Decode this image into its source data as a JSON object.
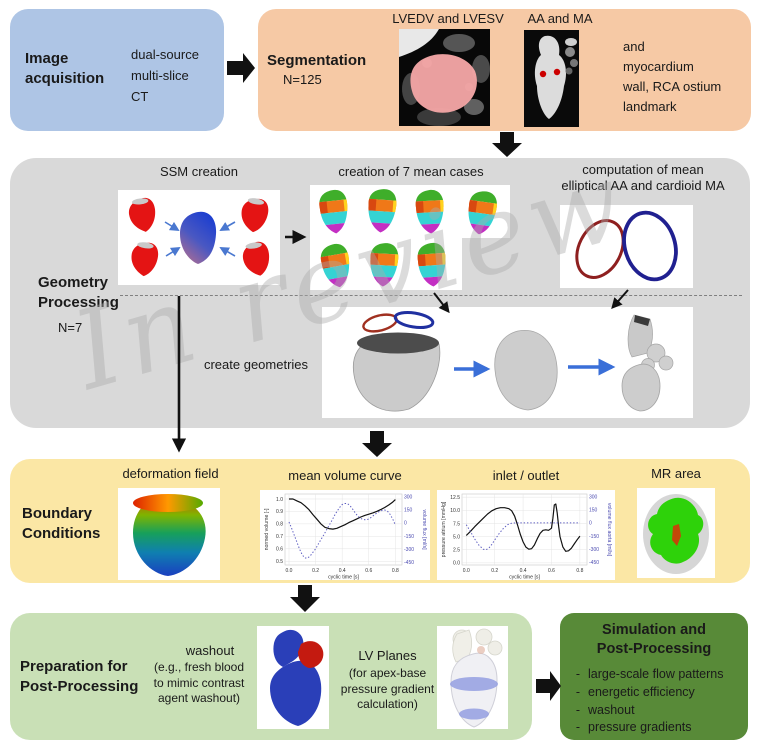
{
  "watermark": {
    "text": "In review"
  },
  "colors": {
    "acquisition_box": "#aec5e5",
    "segmentation_box": "#f6c9a5",
    "geometry_box": "#d9d9d9",
    "boundary_box": "#fbe7a5",
    "preparation_box": "#c9e0b6",
    "simulation_box": "#588a38",
    "arrow": "#111111"
  },
  "image_acquisition": {
    "title": "Image\nacquisition",
    "note": "dual-source\nmulti-slice\nCT"
  },
  "segmentation": {
    "title": "Segmentation",
    "n": "N=125",
    "img1_label": "LVEDV and LVESV",
    "img2_label": "AA and MA",
    "note": "and\nmyocardium\nwall, RCA ostium\nlandmark"
  },
  "geometry": {
    "title": "Geometry\nProcessing",
    "n": "N=7",
    "ssm_label": "SSM creation",
    "mean_cases_label": "creation of 7 mean cases",
    "computation_label": "computation of mean\nelliptical AA and cardioid MA",
    "create_label": "create geometries"
  },
  "boundary": {
    "title": "Boundary\nConditions",
    "deformation_label": "deformation field",
    "volume_label": "mean volume curve",
    "inlet_label": "inlet / outlet",
    "mr_label": "MR area"
  },
  "preparation": {
    "title": "Preparation for\nPost-Processing",
    "washout_label": "washout",
    "washout_note": "(e.g., fresh blood\nto mimic contrast\nagent washout)",
    "lv_label": "LV Planes",
    "lv_note": "(for apex-base\npressure gradient\ncalculation)"
  },
  "simulation": {
    "title": "Simulation and\nPost-Processing",
    "bullet_char": "-",
    "bullets": [
      "large-scale flow patterns",
      "energetic efficiency",
      "washout",
      "pressure gradients"
    ]
  },
  "chart_data": [
    {
      "type": "line",
      "title": "mean volume curve",
      "xlabel": "cyclic time [s]",
      "xlim": [
        -0.03,
        0.85
      ],
      "x_tick_vals": [
        0.0,
        0.2,
        0.4,
        0.6,
        0.8
      ],
      "x_tick_labels": [
        "0.0",
        "0.2",
        "0.4",
        "0.6",
        "0.8"
      ],
      "grid": true,
      "left_axis": {
        "label": "normed volume [-]",
        "lim": [
          0.47,
          1.04
        ],
        "tick_vals": [
          0.5,
          0.6,
          0.7,
          0.8,
          0.9,
          1.0
        ],
        "tick_labels": [
          "0.5",
          "0.6",
          "0.7",
          "0.8",
          "0.9",
          "1.0"
        ],
        "color": "#333333"
      },
      "right_axis": {
        "label": "volume flux [ml/s]",
        "lim": [
          -480,
          330
        ],
        "tick_vals": [
          300,
          150,
          0,
          -150,
          -300,
          -450
        ],
        "tick_labels": [
          "300",
          "150",
          "0",
          "-150",
          "-300",
          "-450"
        ],
        "color": "#4a4ab0"
      },
      "series": [
        {
          "name": "normed volume",
          "axis": "left",
          "style": "solid",
          "color": "#111111",
          "width": 1.2,
          "points": [
            [
              0,
              1.0
            ],
            [
              0.03,
              1.0
            ],
            [
              0.06,
              0.985
            ],
            [
              0.09,
              0.97
            ],
            [
              0.12,
              0.945
            ],
            [
              0.15,
              0.915
            ],
            [
              0.18,
              0.875
            ],
            [
              0.21,
              0.838
            ],
            [
              0.24,
              0.8
            ],
            [
              0.27,
              0.773
            ],
            [
              0.3,
              0.762
            ],
            [
              0.33,
              0.758
            ],
            [
              0.36,
              0.765
            ],
            [
              0.39,
              0.778
            ],
            [
              0.42,
              0.793
            ],
            [
              0.45,
              0.81
            ],
            [
              0.48,
              0.825
            ],
            [
              0.51,
              0.84
            ],
            [
              0.54,
              0.855
            ],
            [
              0.57,
              0.868
            ],
            [
              0.6,
              0.878
            ],
            [
              0.63,
              0.888
            ],
            [
              0.66,
              0.9
            ],
            [
              0.69,
              0.915
            ],
            [
              0.72,
              0.932
            ],
            [
              0.75,
              0.952
            ],
            [
              0.78,
              0.975
            ],
            [
              0.8,
              0.995
            ]
          ]
        },
        {
          "name": "volume flux",
          "axis": "right",
          "style": "dotted",
          "color": "#5c5cc0",
          "width": 1.0,
          "points": [
            [
              0,
              10
            ],
            [
              0.02,
              -60
            ],
            [
              0.05,
              -180
            ],
            [
              0.08,
              -300
            ],
            [
              0.1,
              -365
            ],
            [
              0.12,
              -400
            ],
            [
              0.14,
              -400
            ],
            [
              0.16,
              -375
            ],
            [
              0.18,
              -335
            ],
            [
              0.2,
              -295
            ],
            [
              0.23,
              -215
            ],
            [
              0.26,
              -140
            ],
            [
              0.29,
              -60
            ],
            [
              0.32,
              20
            ],
            [
              0.35,
              105
            ],
            [
              0.38,
              175
            ],
            [
              0.4,
              210
            ],
            [
              0.42,
              222
            ],
            [
              0.44,
              220
            ],
            [
              0.46,
              195
            ],
            [
              0.48,
              155
            ],
            [
              0.5,
              110
            ],
            [
              0.52,
              75
            ],
            [
              0.54,
              50
            ],
            [
              0.56,
              38
            ],
            [
              0.58,
              36
            ],
            [
              0.6,
              45
            ],
            [
              0.62,
              65
            ],
            [
              0.64,
              90
            ],
            [
              0.66,
              112
            ],
            [
              0.68,
              130
            ],
            [
              0.7,
              143
            ],
            [
              0.72,
              148
            ],
            [
              0.74,
              135
            ],
            [
              0.76,
              100
            ],
            [
              0.78,
              45
            ],
            [
              0.8,
              -25
            ]
          ]
        }
      ]
    },
    {
      "type": "line",
      "title": "inlet / outlet",
      "xlabel": "cyclic time [s]",
      "xlim": [
        -0.03,
        0.85
      ],
      "x_tick_vals": [
        0.0,
        0.2,
        0.4,
        0.6,
        0.8
      ],
      "x_tick_labels": [
        "0.0",
        "0.2",
        "0.4",
        "0.6",
        "0.8"
      ],
      "grid": true,
      "left_axis": {
        "label": "pressure atrium [mmHg]",
        "lim": [
          -0.4,
          13.1
        ],
        "tick_vals": [
          0.0,
          2.5,
          5.0,
          7.5,
          10.0,
          12.5
        ],
        "tick_labels": [
          "0.0",
          "2.5",
          "5.0",
          "7.5",
          "10.0",
          "12.5"
        ],
        "color": "#333333"
      },
      "right_axis": {
        "label": "volume flux aorta [ml/s]",
        "lim": [
          -480,
          330
        ],
        "tick_vals": [
          300,
          150,
          0,
          -150,
          -300,
          -450
        ],
        "tick_labels": [
          "300",
          "150",
          "0",
          "-150",
          "-300",
          "-450"
        ],
        "color": "#4a4ab0"
      },
      "series": [
        {
          "name": "pressure atrium",
          "axis": "left",
          "style": "solid",
          "color": "#111111",
          "width": 1.2,
          "points": [
            [
              0,
              5.2
            ],
            [
              0.03,
              6.0
            ],
            [
              0.06,
              6.9
            ],
            [
              0.09,
              7.7
            ],
            [
              0.12,
              8.5
            ],
            [
              0.15,
              9.3
            ],
            [
              0.18,
              9.9
            ],
            [
              0.21,
              10.3
            ],
            [
              0.24,
              10.5
            ],
            [
              0.27,
              10.5
            ],
            [
              0.3,
              10.3
            ],
            [
              0.32,
              9.9
            ],
            [
              0.34,
              8.9
            ],
            [
              0.36,
              7.3
            ],
            [
              0.38,
              5.5
            ],
            [
              0.4,
              4.0
            ],
            [
              0.42,
              3.0
            ],
            [
              0.44,
              2.6
            ],
            [
              0.46,
              2.7
            ],
            [
              0.48,
              3.4
            ],
            [
              0.5,
              4.6
            ],
            [
              0.52,
              5.6
            ],
            [
              0.54,
              6.2
            ],
            [
              0.56,
              6.3
            ],
            [
              0.58,
              6.2
            ],
            [
              0.6,
              6.6
            ],
            [
              0.61,
              8.5
            ],
            [
              0.62,
              11.0
            ],
            [
              0.63,
              11.2
            ],
            [
              0.64,
              9.5
            ],
            [
              0.65,
              7.0
            ],
            [
              0.66,
              5.0
            ],
            [
              0.68,
              3.0
            ],
            [
              0.7,
              2.2
            ],
            [
              0.72,
              2.3
            ],
            [
              0.74,
              2.8
            ],
            [
              0.76,
              3.6
            ],
            [
              0.78,
              4.4
            ],
            [
              0.8,
              5.1
            ]
          ]
        },
        {
          "name": "volume flux aorta",
          "axis": "right",
          "style": "dotted",
          "color": "#5c5cc0",
          "width": 1.0,
          "points": [
            [
              0,
              -20
            ],
            [
              0.03,
              -100
            ],
            [
              0.06,
              -185
            ],
            [
              0.09,
              -255
            ],
            [
              0.12,
              -300
            ],
            [
              0.14,
              -305
            ],
            [
              0.16,
              -285
            ],
            [
              0.18,
              -245
            ],
            [
              0.2,
              -195
            ],
            [
              0.23,
              -125
            ],
            [
              0.26,
              -65
            ],
            [
              0.29,
              -20
            ],
            [
              0.32,
              -3
            ],
            [
              0.35,
              0
            ],
            [
              0.4,
              0
            ],
            [
              0.5,
              0
            ],
            [
              0.6,
              0
            ],
            [
              0.7,
              0
            ],
            [
              0.8,
              0
            ]
          ]
        }
      ]
    }
  ]
}
